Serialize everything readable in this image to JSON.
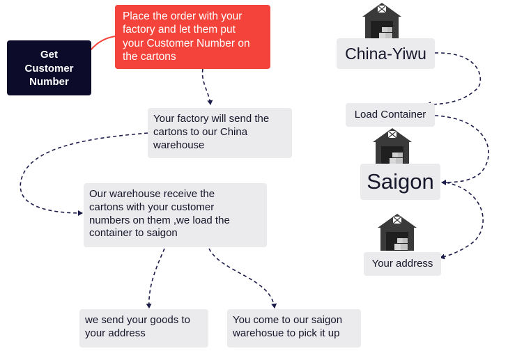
{
  "nodes": {
    "get_customer_number": [
      "Get",
      "Customer",
      "Number"
    ],
    "place_order": [
      "Place the order with your",
      "factory and let them put",
      "your Customer Number on",
      "the cartons"
    ],
    "factory_send": [
      "Your factory will send the",
      "cartons to our China",
      "warehouse"
    ],
    "warehouse_receive": [
      "Our warehouse receive the",
      "cartons with your customer",
      "numbers on them ,we load the",
      "container to saigon"
    ],
    "send_goods": [
      "we send your goods to",
      "your address"
    ],
    "pick_up": [
      "You come to our saigon",
      "warehosue to pick it up"
    ],
    "china_yiwu": "China-Yiwu",
    "load_container": "Load Container",
    "saigon": "Saigon",
    "your_address": "Your address"
  },
  "colors": {
    "red_box": "#f4433a",
    "navy_box": "#0c0c2a",
    "gray_box": "#ebeaec",
    "arrow": "#1c1c4a",
    "warehouse": "#3a3a3a"
  },
  "icons": [
    "warehouse-icon",
    "warehouse-icon",
    "warehouse-icon"
  ]
}
